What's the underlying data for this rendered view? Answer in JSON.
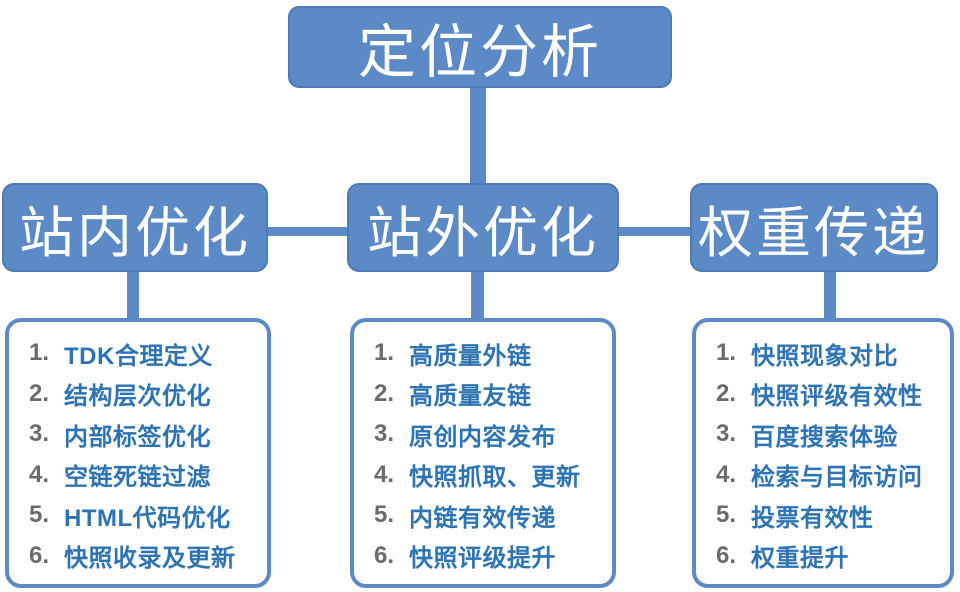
{
  "diagram": {
    "root": {
      "label": "定位分析"
    },
    "branches": [
      {
        "label": "站内优化",
        "items": [
          {
            "num": "1.",
            "text": "TDK合理定义"
          },
          {
            "num": "2.",
            "text": "结构层次优化"
          },
          {
            "num": "3.",
            "text": "内部标签优化"
          },
          {
            "num": "4.",
            "text": "空链死链过滤"
          },
          {
            "num": "5.",
            "text": "HTML代码优化"
          },
          {
            "num": "6.",
            "text": "快照收录及更新"
          }
        ]
      },
      {
        "label": "站外优化",
        "items": [
          {
            "num": "1.",
            "text": "高质量外链"
          },
          {
            "num": "2.",
            "text": "高质量友链"
          },
          {
            "num": "3.",
            "text": "原创内容发布"
          },
          {
            "num": "4.",
            "text": "快照抓取、更新"
          },
          {
            "num": "5.",
            "text": "内链有效传递"
          },
          {
            "num": "6.",
            "text": "快照评级提升"
          }
        ]
      },
      {
        "label": "权重传递",
        "items": [
          {
            "num": "1.",
            "text": "快照现象对比"
          },
          {
            "num": "2.",
            "text": "快照评级有效性"
          },
          {
            "num": "3.",
            "text": "百度搜索体验"
          },
          {
            "num": "4.",
            "text": "检索与目标访问"
          },
          {
            "num": "5.",
            "text": "投票有效性"
          },
          {
            "num": "6.",
            "text": "权重提升"
          }
        ]
      }
    ],
    "colors": {
      "node_fill": "#5b8ac6",
      "node_border": "#4c7bb7",
      "connector": "#5b8ac6",
      "list_border": "#5b8ac6",
      "item_number": "#6b6b6b",
      "item_text": "#2e74b5",
      "node_text": "#ffffff"
    }
  }
}
